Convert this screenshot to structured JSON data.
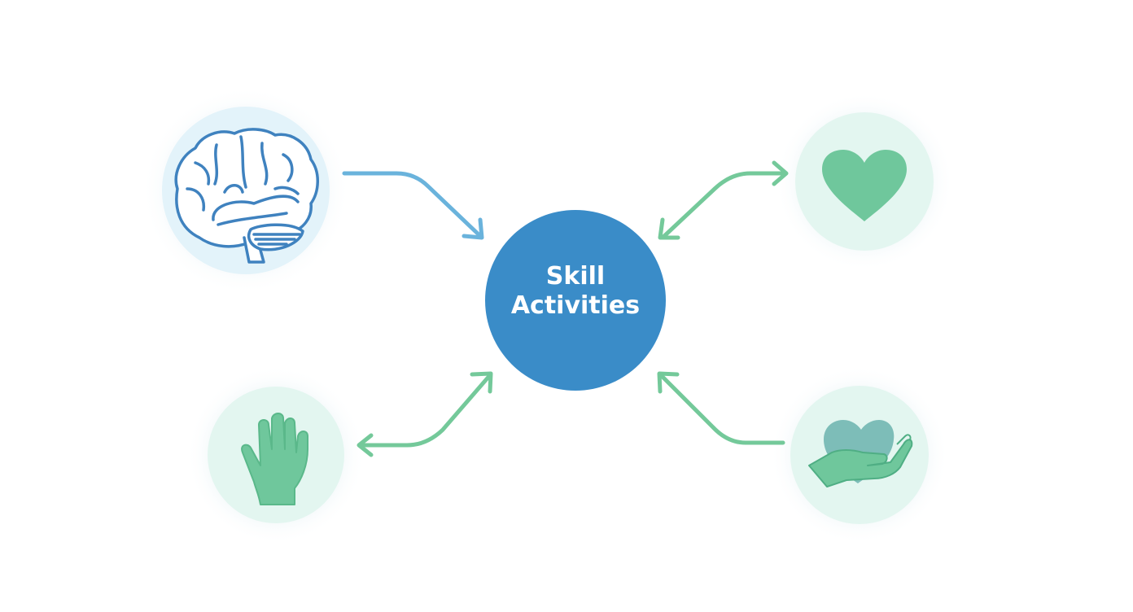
{
  "center": {
    "line1": "Skill",
    "line2": "Activities"
  },
  "nodes": [
    {
      "id": "cognitive",
      "icon": "brain-icon"
    },
    {
      "id": "emotional",
      "icon": "heart-icon"
    },
    {
      "id": "physical",
      "icon": "hand-icon"
    },
    {
      "id": "social",
      "icon": "heart-in-hand-icon"
    }
  ],
  "colors": {
    "center_fill": "#3a8cc8",
    "blue_arrow": "#6ab3dc",
    "green_arrow": "#74c99a",
    "brain_stroke": "#3f82bf",
    "brain_bg": "#e3f3fa",
    "green_bg": "#e3f6f0",
    "green_icon": "#6fc79c",
    "teal_icon": "#7dbdb8"
  }
}
